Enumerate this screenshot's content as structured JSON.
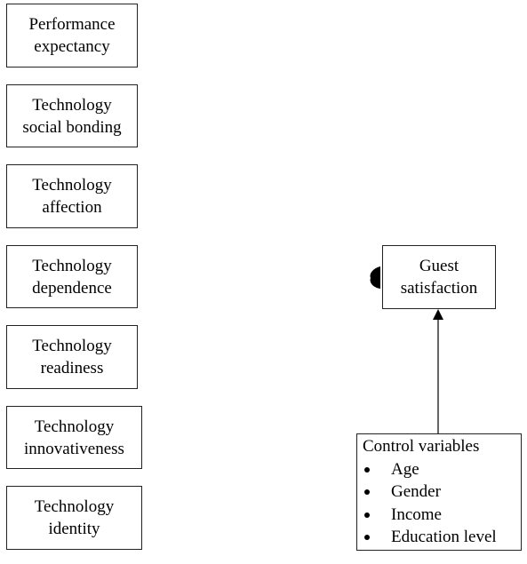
{
  "predictors": [
    "Performance\nexpectancy",
    "Technology\nsocial bonding",
    "Technology\naffection",
    "Technology\ndependence",
    "Technology\nreadiness",
    "Technology\ninnovativeness",
    "Technology\nidentity"
  ],
  "outcome": "Guest\nsatisfaction",
  "control": {
    "title": "Control variables",
    "items": [
      "Age",
      "Gender",
      "Income",
      "Education level"
    ]
  }
}
